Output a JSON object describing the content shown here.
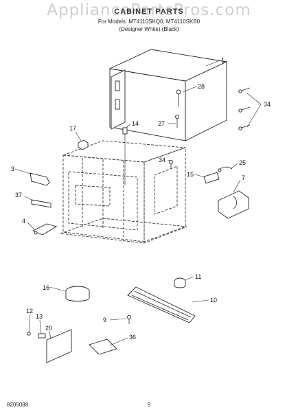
{
  "watermark": "AppliancePartsPros.com",
  "header": {
    "title": "CABINET PARTS",
    "models_line": "For Models: MT4110SKQ0, MT4110SKB0",
    "color_line": "(Designer White)    (Black)"
  },
  "callouts": {
    "c1": "1",
    "c28": "28",
    "c34a": "34",
    "c17": "17",
    "c14": "14",
    "c27": "27",
    "c34b": "34",
    "c25": "25",
    "c3": "3",
    "c15": "15",
    "c7": "7",
    "c37": "37",
    "c4": "4",
    "c16": "16",
    "c11": "11",
    "c10": "10",
    "c9": "9",
    "c12": "12",
    "c13": "13",
    "c20": "20",
    "c36": "36"
  },
  "footer": {
    "doc_number": "8205088",
    "page_number": "9"
  }
}
